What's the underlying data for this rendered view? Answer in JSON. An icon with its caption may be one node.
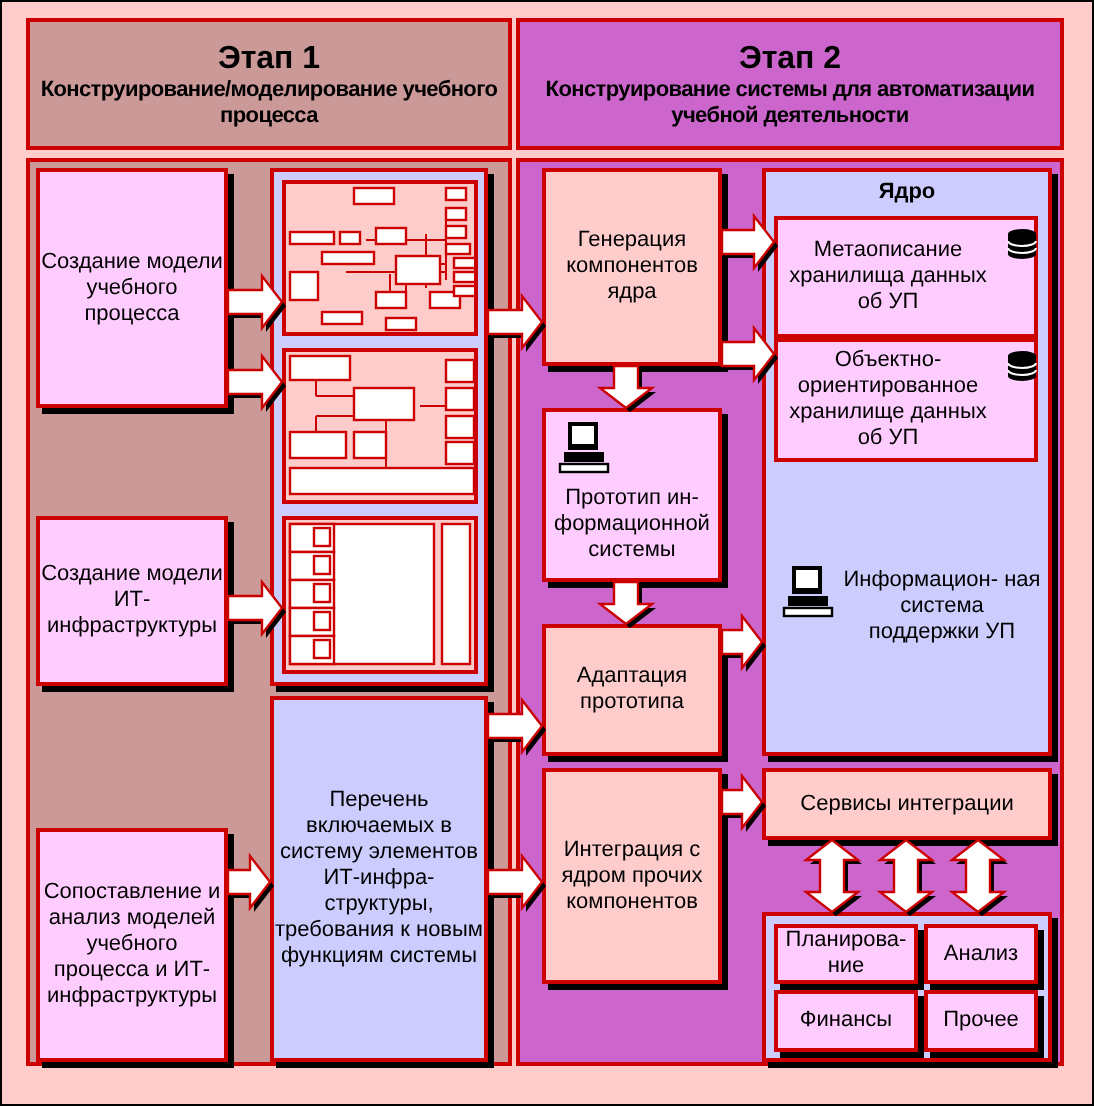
{
  "diagram": {
    "nodes": [
      {
        "text": [
          "Этап 1",
          "Конструирование/моделирование учебного процесса"
        ]
      },
      {
        "text": [
          "Этап 2",
          "Конструирование системы для автоматизации учебной деятельности"
        ]
      },
      {
        "text": [
          "Создание модели учебного процесса"
        ]
      },
      {
        "text": [],
        "shape": "box"
      },
      {
        "text": [],
        "shape": "picture",
        "in": 3
      },
      {
        "text": [],
        "shape": "picture",
        "in": 3
      },
      {
        "text": [],
        "shape": "picture",
        "in": 3
      },
      {
        "text": [
          "Создание модели ИТ-инфраструктуры"
        ]
      },
      {
        "text": [
          "Сопоставление и анализ моделей учебного процесса и ИТ-инфраструктуры"
        ]
      },
      {
        "text": [
          "Перечень включаемых в систему элементов ИТ-инфра- структуры, требования к новым функциям системы"
        ]
      },
      {
        "text": [
          "Генерация компонентов ядра"
        ]
      },
      {
        "text": [
          "Ядро",
          "Информацион- ная система поддержки УП"
        ]
      },
      {
        "text": [
          "Метаописание хранилища данных об УП"
        ],
        "in": 11
      },
      {
        "text": [
          "Объектно- ориентированное хранилище данных об УП"
        ],
        "in": 11
      },
      {
        "text": [
          "Прототип ин- формационной системы"
        ]
      },
      {
        "text": [
          "Адаптация прототипа"
        ]
      },
      {
        "text": [
          "Сервисы интеграции"
        ]
      },
      {
        "text": [
          "Интеграция с ядром прочих компонентов"
        ]
      },
      {
        "text": [],
        "shape": "box"
      },
      {
        "text": [
          "Планирова- ние"
        ],
        "in": 18
      },
      {
        "text": [
          "Анализ"
        ],
        "in": 18
      },
      {
        "text": [
          "Финансы"
        ],
        "in": 18
      },
      {
        "text": [
          "Прочее"
        ],
        "in": 18
      }
    ],
    "edges": [
      {
        "from": 2,
        "to": 4,
        "arrow": "to"
      },
      {
        "from": 2,
        "to": 5,
        "arrow": "to"
      },
      {
        "from": 7,
        "to": 6,
        "arrow": "to"
      },
      {
        "from": 8,
        "to": 9,
        "arrow": "to"
      },
      {
        "from": 3,
        "to": 10,
        "arrow": "to"
      },
      {
        "from": 9,
        "to": 15,
        "arrow": "to"
      },
      {
        "from": 9,
        "to": 17,
        "arrow": "to"
      },
      {
        "from": 10,
        "to": 12,
        "arrow": "to"
      },
      {
        "from": 10,
        "to": 13,
        "arrow": "to"
      },
      {
        "from": 10,
        "to": 14,
        "arrow": "to"
      },
      {
        "from": 14,
        "to": 15,
        "arrow": "to"
      },
      {
        "from": 15,
        "to": 11,
        "arrow": "to"
      },
      {
        "from": 17,
        "to": 16,
        "arrow": "to"
      },
      {
        "from": 16,
        "to": 18,
        "arrow": "both"
      },
      {
        "from": 16,
        "to": 18,
        "arrow": "both"
      },
      {
        "from": 16,
        "to": 18,
        "arrow": "both"
      }
    ]
  }
}
